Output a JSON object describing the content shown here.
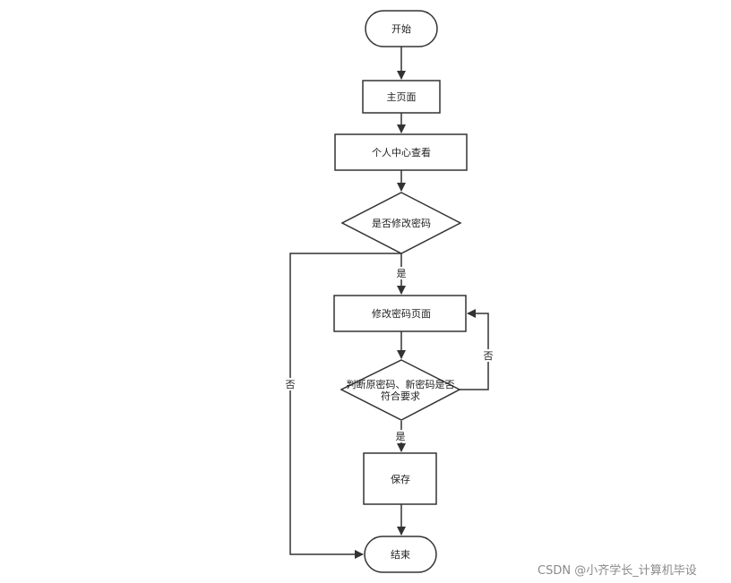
{
  "nodes": {
    "start": "开始",
    "main_page": "主页面",
    "personal_center": "个人中心查看",
    "change_password_q": "是否修改密码",
    "change_password_page": "修改密码页面",
    "check_line1": "判断原密码、新密码是否",
    "check_line2": "符合要求",
    "save": "保存",
    "end": "结束"
  },
  "edges": {
    "yes_1": "是",
    "no_1": "否",
    "no_2": "否",
    "yes_2": "是"
  },
  "watermark": "CSDN @小齐学长_计算机毕设",
  "colors": {
    "stroke": "#333333",
    "fill": "#ffffff"
  }
}
